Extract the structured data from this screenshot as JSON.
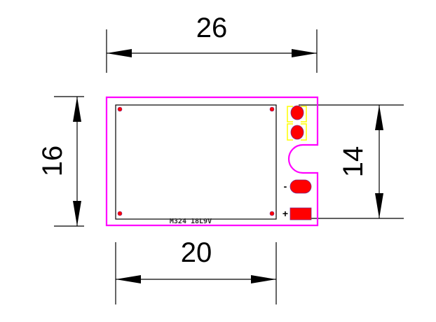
{
  "drawing": {
    "units": "mm",
    "colors": {
      "board_outline": "#ff00ff",
      "pad_fill": "#ff0000",
      "pad_stroke": "#7a2a8a",
      "pad_frame": "#ffff00",
      "lines": "#000000"
    }
  },
  "dimensions": {
    "top": {
      "label": "26",
      "meaning": "board width"
    },
    "left": {
      "label": "16",
      "meaning": "board height"
    },
    "right": {
      "label": "14",
      "meaning": "pad span height"
    },
    "bottom": {
      "label": "20",
      "meaning": "inner area width"
    }
  },
  "board": {
    "silkscreen_text": "M324 18L9V",
    "pads": [
      {
        "id": "pad-1",
        "shape": "oval",
        "framed": true
      },
      {
        "id": "pad-2",
        "shape": "oval",
        "framed": true
      },
      {
        "id": "pad-neg",
        "shape": "oblong",
        "polarity": "-"
      },
      {
        "id": "pad-pos",
        "shape": "rect",
        "polarity": "+"
      }
    ],
    "polarity_neg": "-",
    "polarity_pos": "+"
  }
}
